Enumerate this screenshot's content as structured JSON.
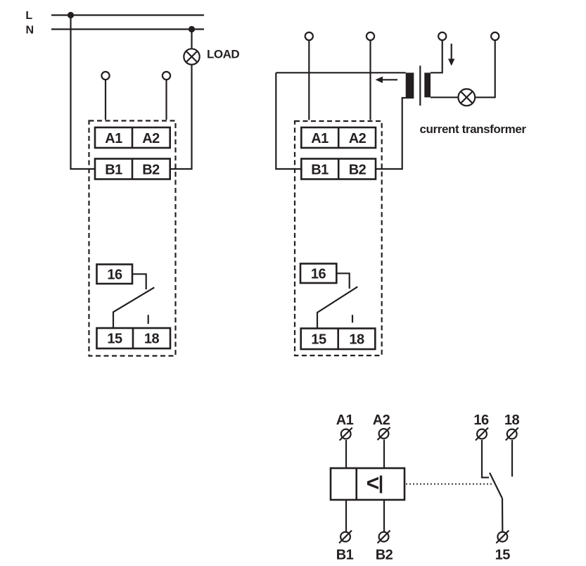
{
  "colors": {
    "line": "#231f20",
    "background": "#ffffff"
  },
  "diagram_direct": {
    "phase_label": "L",
    "neutral_label": "N",
    "load_label": "LOAD",
    "block_a1": "A1",
    "block_a2": "A2",
    "block_b1": "B1",
    "block_b2": "B2",
    "contact_16": "16",
    "contact_15": "15",
    "contact_18": "18"
  },
  "diagram_transformer": {
    "caption": "current transformer",
    "block_a1": "A1",
    "block_a2": "A2",
    "block_b1": "B1",
    "block_b2": "B2",
    "contact_16": "16",
    "contact_15": "15",
    "contact_18": "18"
  },
  "diagram_terminals": {
    "label_a1": "A1",
    "label_a2": "A2",
    "label_16": "16",
    "label_18": "18",
    "label_b1": "B1",
    "label_b2": "B2",
    "label_15": "15",
    "function_symbol_lt": "<",
    "function_symbol_bar": "|"
  }
}
